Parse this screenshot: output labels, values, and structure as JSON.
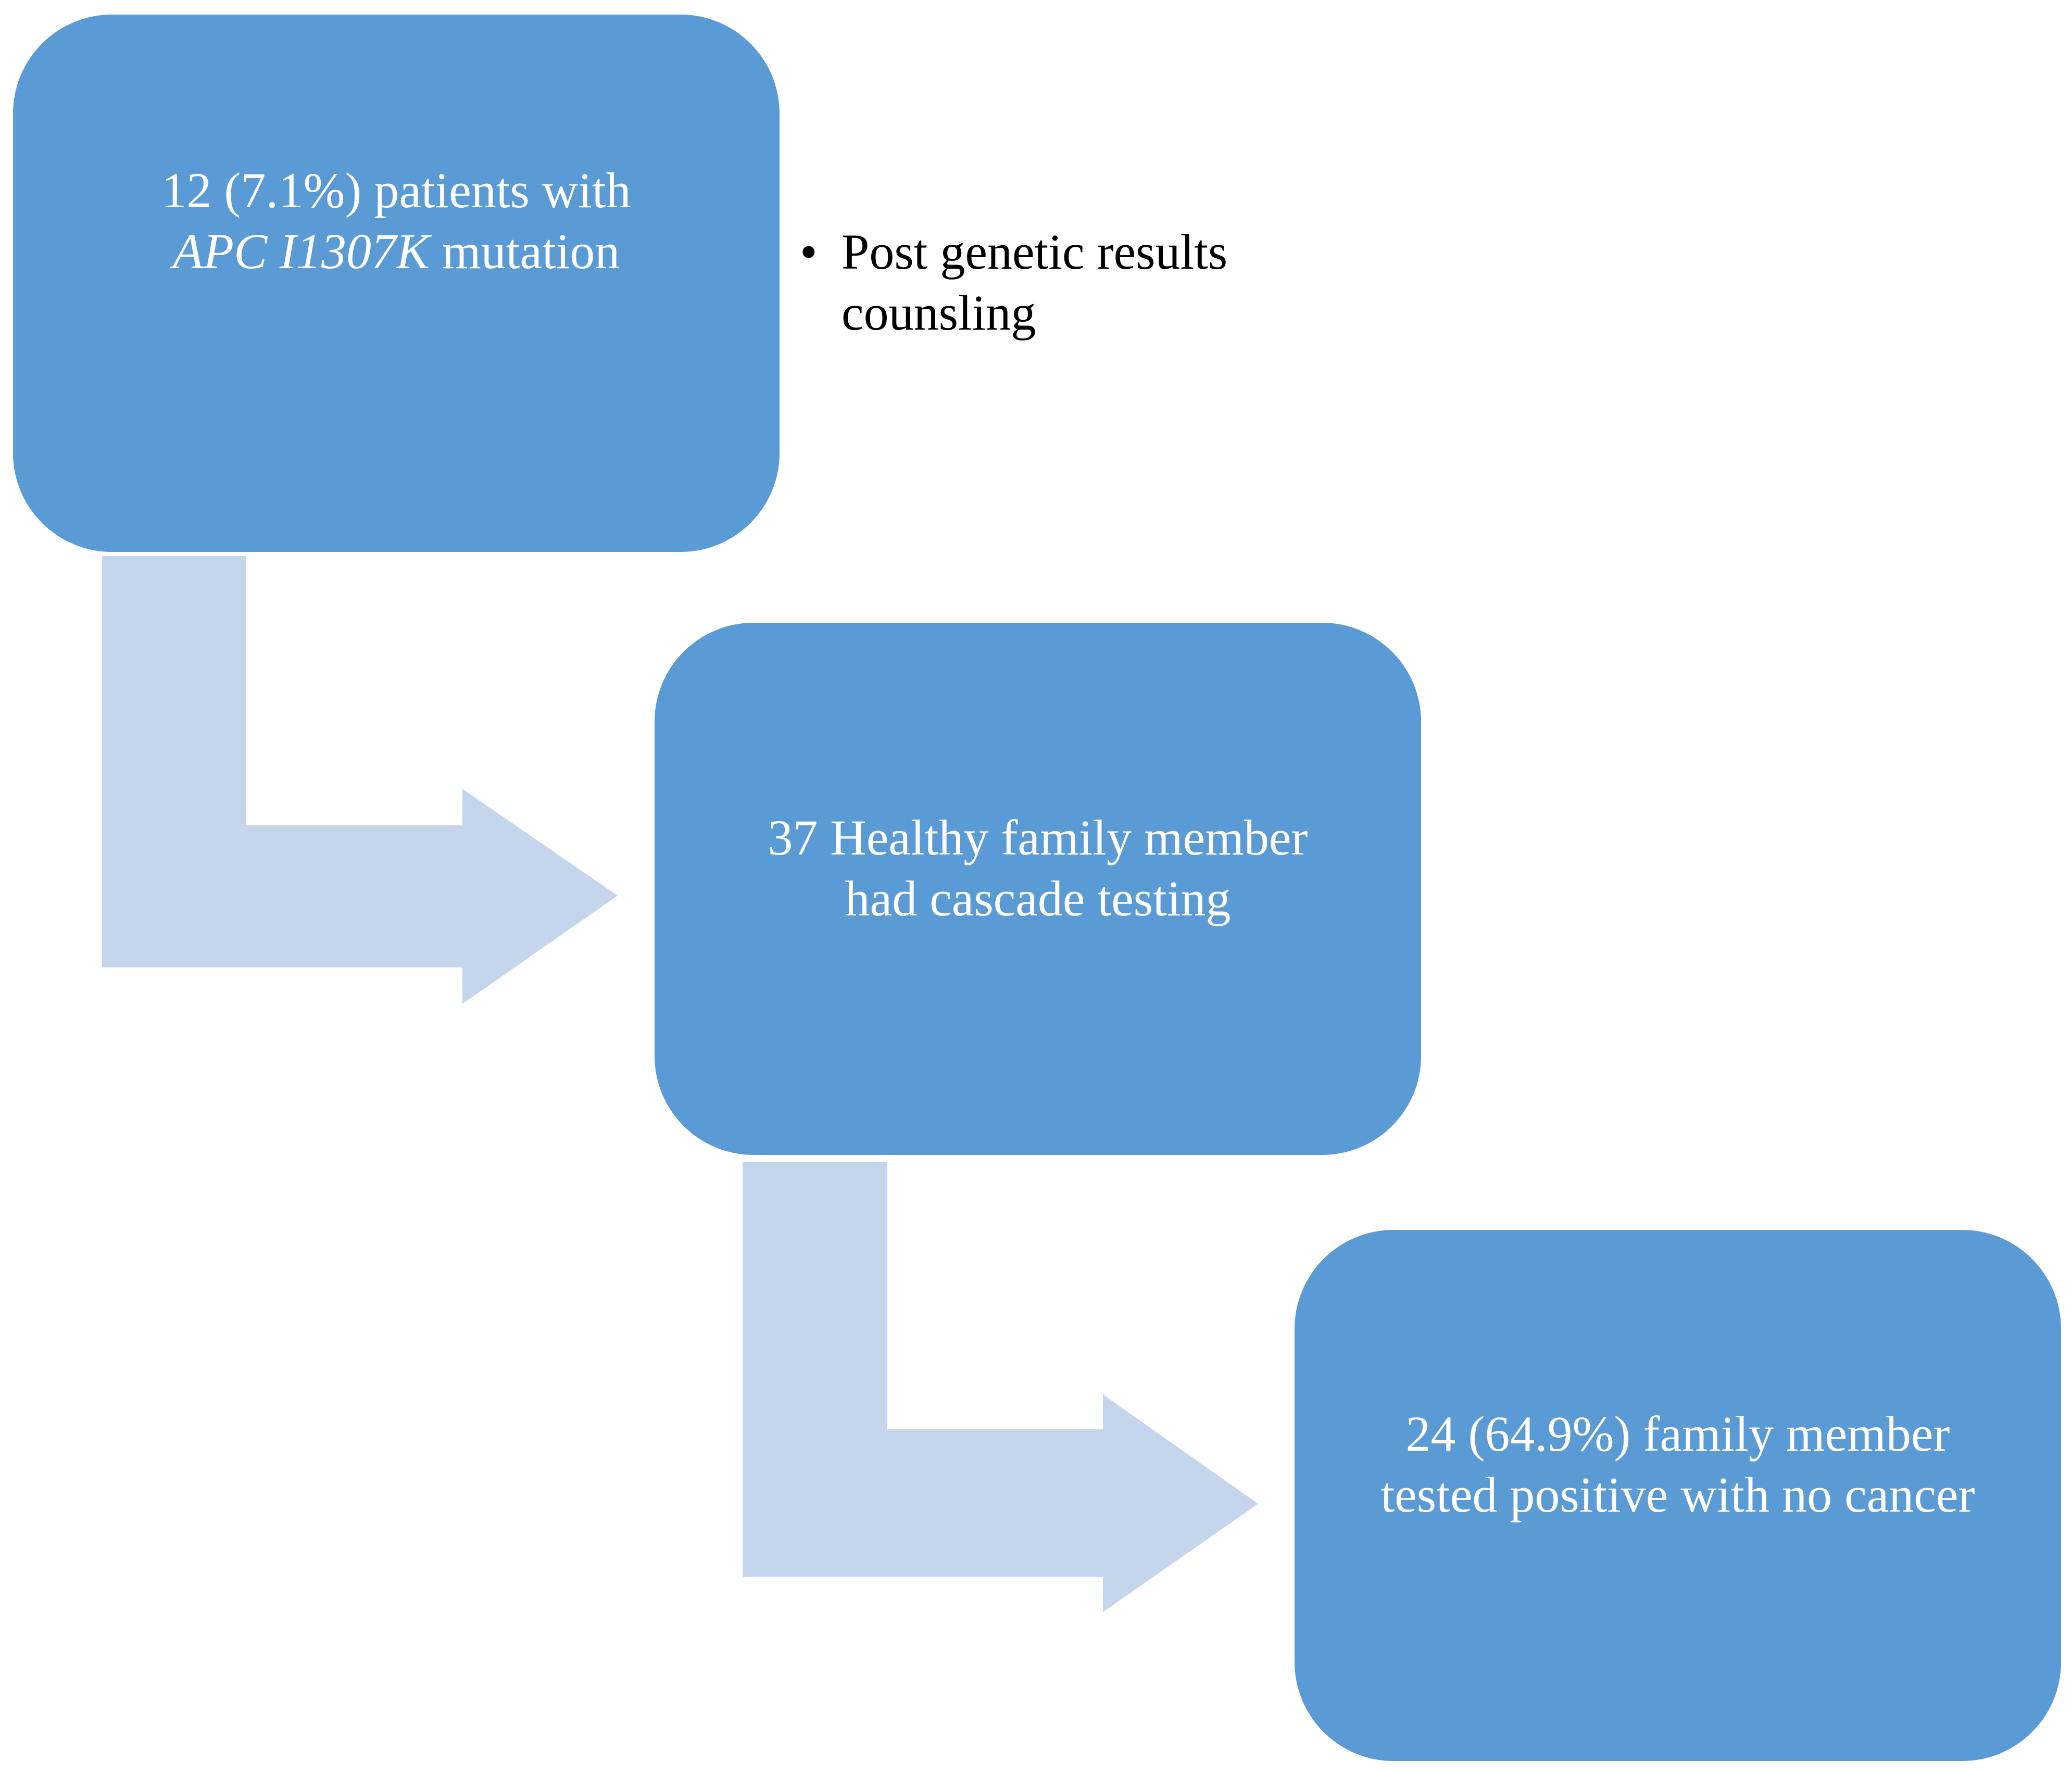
{
  "colors": {
    "box_fill": "#5b9bd5",
    "arrow_fill": "#c5d6ec",
    "box_text": "#ffffff",
    "note_text": "#000000"
  },
  "boxes": [
    {
      "line1": "12 (7.1%) patients with",
      "line2_italic": "APC I1307K",
      "line2_rest": " mutation"
    },
    {
      "line1": "37 Healthy family member",
      "line2": "had cascade testing"
    },
    {
      "line1": "24 (64.9%) family member",
      "line2": "tested positive with no cancer"
    }
  ],
  "note": {
    "bullet": "•",
    "line1": "Post genetic results",
    "line2": "counsling"
  }
}
